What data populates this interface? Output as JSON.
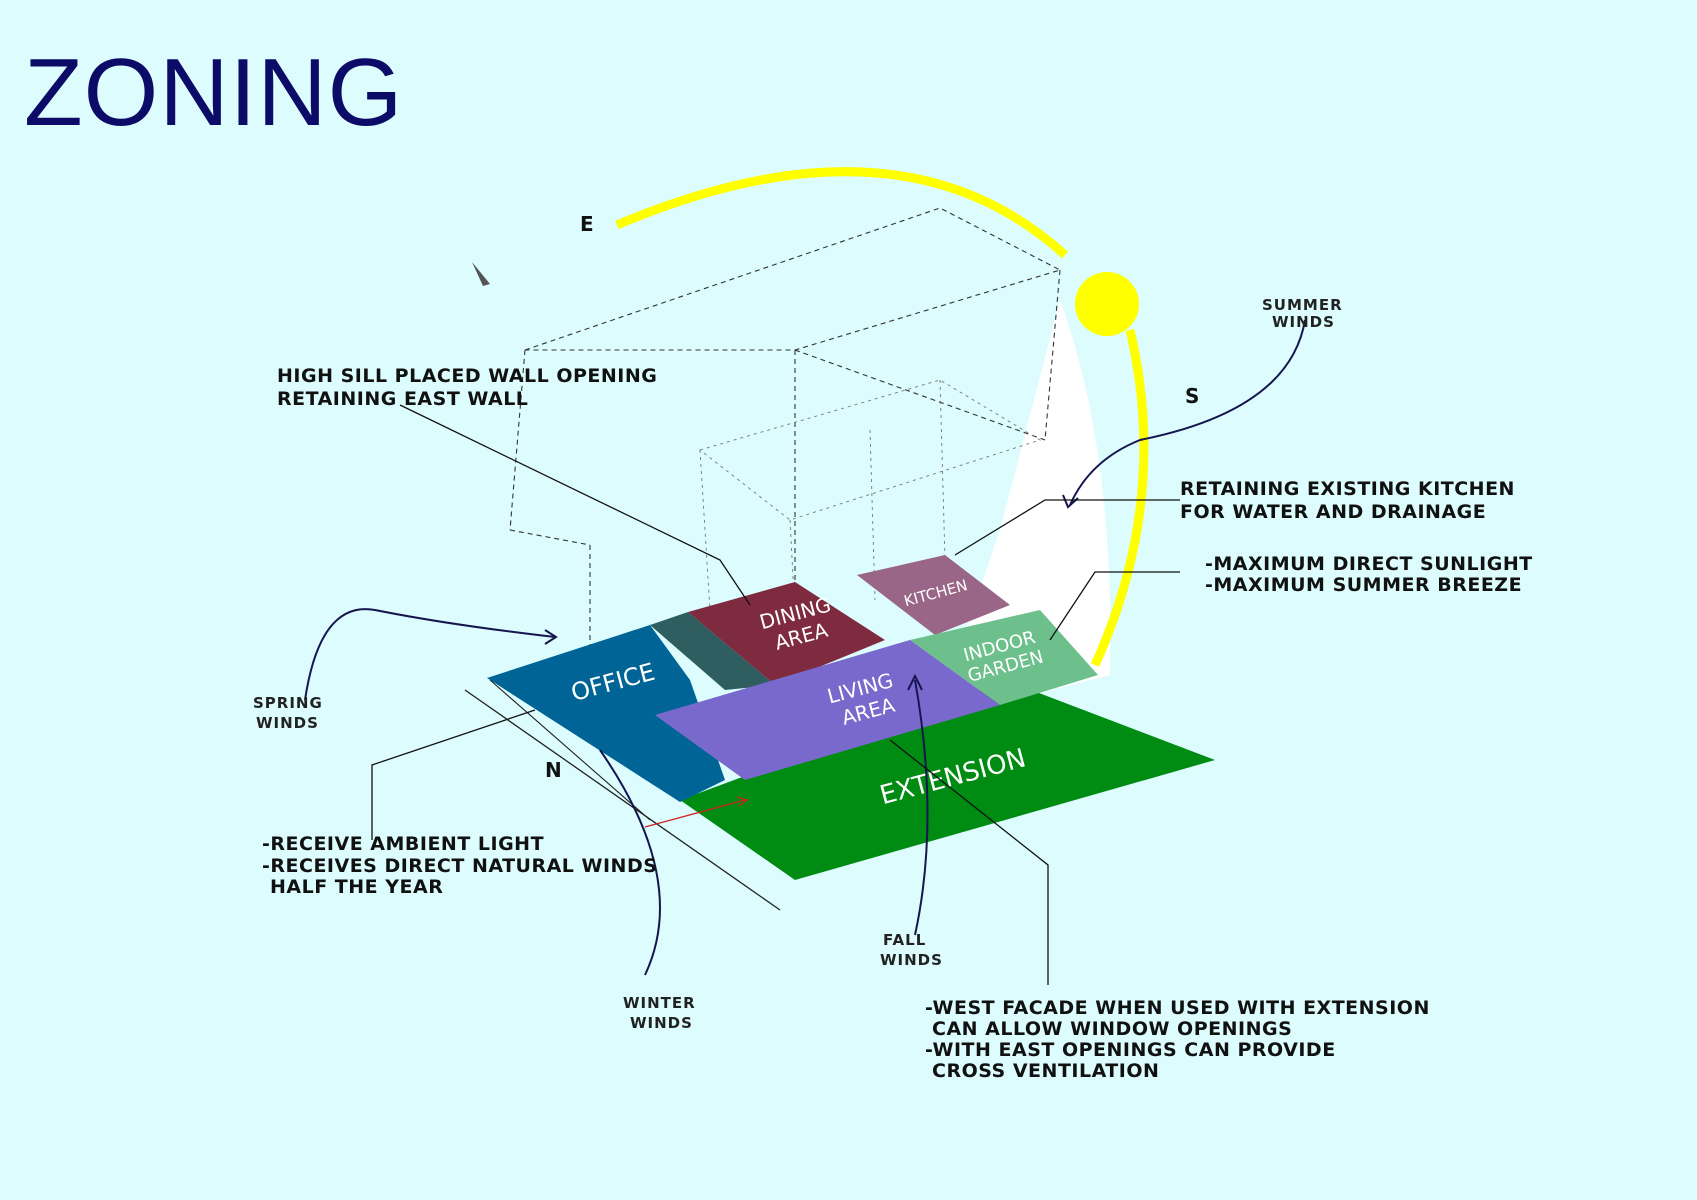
{
  "title": "ZONING",
  "compass": {
    "e": "E",
    "s": "S",
    "n": "N"
  },
  "zones": {
    "office": "OFFICE",
    "dining_1": "DINING",
    "dining_2": "AREA",
    "kitchen": "KITCHEN",
    "garden_1": "INDOOR",
    "garden_2": "GARDEN",
    "living_1": "LIVING",
    "living_2": "AREA",
    "extension": "EXTENSION"
  },
  "annotations": {
    "high_sill_1": "HIGH SILL PLACED WALL OPENING",
    "high_sill_2": "RETAINING EAST WALL",
    "kitchen_1": "RETAINING EXISTING KITCHEN",
    "kitchen_2": "FOR WATER AND DRAINAGE",
    "garden_1": "-MAXIMUM DIRECT SUNLIGHT",
    "garden_2": "-MAXIMUM SUMMER BREEZE",
    "office_1": "-RECEIVE AMBIENT LIGHT",
    "office_2": "-RECEIVES DIRECT NATURAL WINDS",
    "office_3": "HALF THE YEAR",
    "west_1": "-WEST FACADE WHEN USED WITH EXTENSION",
    "west_2": "CAN ALLOW WINDOW OPENINGS",
    "west_3": "-WITH EAST OPENINGS CAN PROVIDE",
    "west_4": "CROSS VENTILATION"
  },
  "winds": {
    "summer_1": "SUMMER",
    "summer_2": "WINDS",
    "spring_1": "SPRING",
    "spring_2": "WINDS",
    "winter_1": "WINTER",
    "winter_2": "WINDS",
    "fall_1": "FALL",
    "fall_2": "WINDS"
  },
  "colors": {
    "background": "#dcfcfd",
    "title": "#0c0c68",
    "sun": "#ffff00",
    "office": "#006596",
    "dining": "#7e2a3f",
    "kitchen": "#9a6687",
    "indoor_garden": "#6dc08b",
    "living": "#7a69cd",
    "extension": "#008b13",
    "corridor": "#2e5e5f"
  }
}
